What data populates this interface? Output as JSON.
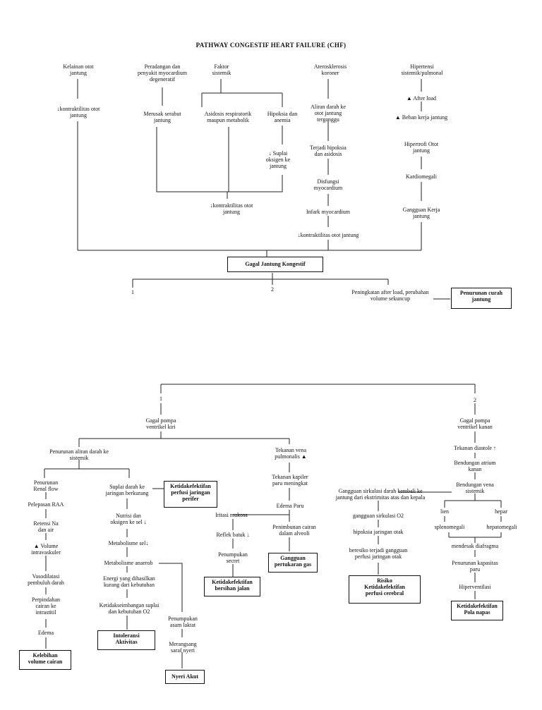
{
  "title": "PATHWAY CONGESTIF HEART FAILURE (CHF)",
  "top": {
    "kelainan": "Kelainan otot\njantung",
    "peradangan": "Peradangan dan\npenyakit myocardium\ndegeneratif",
    "faktor": "Faktor\nsistemik",
    "aterosklerosis": "Aterosklerosis\nkoroner",
    "hipertensi": "Hipertensi\nsistemik/pulmonal",
    "kontraktilitas1": "↓kontraktilitas otot\njantung",
    "merusak": "Merusak serabut\njantung",
    "asidosis": "Asidosis respiratorik\nmaupun metabolik",
    "hipoksia": "Hipoksia dan\nanemia",
    "suplai_o2": "↓ Suplai\noksigen ke\njantung",
    "aliran": "Aliran darah ke\notot jantung\nterganggu",
    "hipoksia_asidosis": "Terjadi hipoksia\ndan asidosis",
    "disfungsi": "Disfungsi\nmyocardium",
    "infark": "Infark myocardium",
    "kontraktilitas3": "↓kontraktilitas otot jantung",
    "afterload": "▲ After load",
    "beban": "▲ Beban kerja jantung",
    "hipertrofi": "Hipertrofi Otot\njantung",
    "kardiomegali": "Kardiomegali",
    "gangguan_kerja": "Gangguan Kerja\njantung",
    "kontraktilitas2": "↓kontraktilitas otot\njantung",
    "gagal_jantung": "Gagal Jantung Kongestif",
    "branch1": "1",
    "branch2": "2",
    "peningkatan": "Peningkatan after load, perubahan\nvolume sekuncup",
    "penurunan_curah": "Penurunan curah\njantung"
  },
  "left": {
    "num1": "1",
    "gagal_kiri": "Gagal pompa\nventrikel kiri",
    "penurunan_aliran": "Penurunan aliran darah ke\nsistemik",
    "renal": "Penurunan\nRenal flow",
    "raa": "Pelepasan RAA",
    "retensi": "Retensi Na\ndan air",
    "volume": "▲ Volume\nintravaskuler",
    "vasodilatasi": "Vasodilatasi\npembuluh darah",
    "perpindahan": "Perpindahan\ncairan ke\nintrastitil",
    "edema": "Edema",
    "kelebihan": "Kelebihan\nvolume cairan",
    "suplai_jaringan": "Suplai darah ke\njaringan berkurang",
    "ketidak_perifer": "Ketidakefektifan\nperfusi jaringan\nperifer",
    "nutrisi": "Nutrisi dan\noksigen ke sel ↓",
    "metabolisme": "Metabolisme sel↓",
    "anaerob": "Metabolisme anaerob",
    "energi": "Energi yang dihasilkan\nkurang dari kebutuhan",
    "ketidakseimbangan": "Ketidakseimbangan suplai\ndan kebutuhan O2",
    "intoleransi": "Intoleransi\nAktivitas",
    "asam_laktat": "Penumpukan\nasam laktat",
    "merangsang": "Merangsang\nsaraf nyeri",
    "nyeri": "Nyeri Akut",
    "tekanan_vena_pul": "Tekanan vena\npulmonalis ▲",
    "tekanan_kapiler": "Tekanan kapiler\nparu meningkat",
    "edema_paru": "Edema Paru",
    "iritasi": "Iritasi mukosa",
    "refleks": "Reflek batuk ↓",
    "sekret": "Penumpukan\nsecret",
    "bersihan": "Ketidakefektifan\nbersihan jalan",
    "penimbunan": "Penimbunan cairan\ndalam alveoli",
    "gangguan_gas": "Gangguan\npertukaran gas"
  },
  "right": {
    "num2": "2",
    "gagal_kanan": "Gagal pompa\nventrikel kanan",
    "diastole": "Tekanan diastole ↑",
    "bendungan_atrium": "Bendungan atrium\nkanan",
    "bendungan_vena": "Bendungan vena\nsistemik",
    "lien": "lien",
    "hepar": "hepar",
    "splenomegali": "splenomegali",
    "hepatomegali": "hepatomegali",
    "mendesak": "mendesak diafragma",
    "penurunan_paru": "Penurunan kapasitas\nparu",
    "hiperventilasi": "Hiperventilasi",
    "pola_napas": "Ketidakefektifan\nPola napas",
    "sirkulasi_kembali": "Gangguan sirkulasi darah kembali ke\njantung dari ekstrimitas atas dan kepala",
    "gangguan_o2": "gangguan sirkulasi O2",
    "hipoksia_otak": "hipoksia jaringan otak",
    "beresiko": "beresiko terjadi gangguan\nperfusi jaringan otak",
    "risiko_cerebral": "Risiko\nKetidakefektifan\nperfusi cerebral"
  }
}
